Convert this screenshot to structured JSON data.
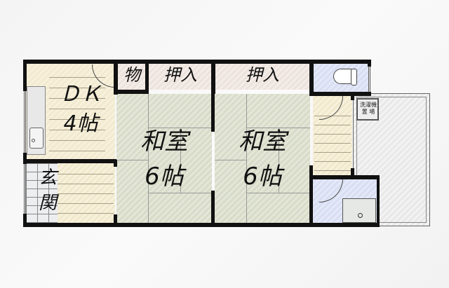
{
  "floor_plan": {
    "rooms": {
      "dk": {
        "name": "ＤＫ",
        "size": "4帖"
      },
      "storage": {
        "name": "物"
      },
      "closet_1": {
        "name": "押入"
      },
      "closet_2": {
        "name": "押入"
      },
      "washitsu_1": {
        "name": "和室",
        "size": "6帖"
      },
      "washitsu_2": {
        "name": "和室",
        "size": "6帖"
      },
      "entrance": {
        "name_line1": "玄",
        "name_line2": "関"
      },
      "washer_space": {
        "line1": "洗濯機",
        "line2": "置 場"
      }
    },
    "colors": {
      "wall": "#111111",
      "dk_floor": "#f4eed6",
      "tatami": "#dfe2d1",
      "closet": "#efe6e1",
      "wet_area": "#dfe4f6",
      "balcony": "#eeeeee"
    }
  }
}
